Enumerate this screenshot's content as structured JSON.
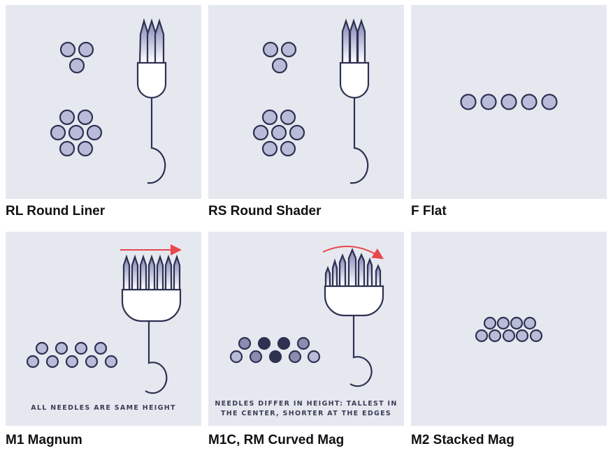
{
  "tiles": [
    {
      "label": "RL Round Liner"
    },
    {
      "label": "RS Round Shader"
    },
    {
      "label": "F Flat"
    },
    {
      "label": "M1 Magnum",
      "caption": "ALL NEEDLES ARE SAME HEIGHT"
    },
    {
      "label": "M1C, RM Curved Mag",
      "caption_line1": "NEEDLES DIFFER IN HEIGHT: TALLEST IN",
      "caption_line2": "THE CENTER, SHORTER AT THE EDGES"
    },
    {
      "label": "M2 Stacked Mag"
    }
  ],
  "colors": {
    "background": "#e6e8f0",
    "stroke": "#2e3150",
    "light_fill": "#b9bcd9",
    "mid_fill": "#8a8db0",
    "arrow": "#e8474b"
  }
}
